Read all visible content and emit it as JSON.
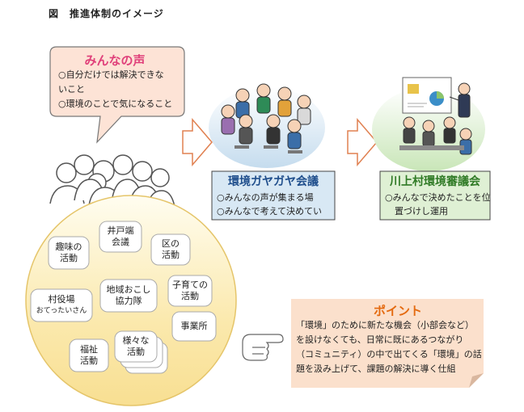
{
  "title": "図　推進体制のイメージ",
  "voice": {
    "heading": "みんなの声",
    "lines": [
      "○自分だけでは解決できな",
      "いこと",
      "○環境のことで気になること"
    ]
  },
  "gayagaya": {
    "title": "環境ガヤガヤ会議",
    "lines": [
      "○みんなの声が集まる場",
      "○みんなで考えて決めてい"
    ]
  },
  "shingikai": {
    "title": "川上村環境審議会",
    "lines": [
      "○みんなで決めたことを位",
      "置づけし運用"
    ]
  },
  "activities": {
    "idobata": [
      "井戸端",
      "会議"
    ],
    "shumi": [
      "趣味の",
      "活動"
    ],
    "ku": [
      "区の",
      "活動"
    ],
    "murayakuba": [
      "村役場",
      "おてったいさん"
    ],
    "chiiki": [
      "地域おこし",
      "協力隊"
    ],
    "kosodate": [
      "子育ての",
      "活動"
    ],
    "jigyosho": [
      "事業所"
    ],
    "fukushi": [
      "福祉",
      "活動"
    ],
    "samazama": [
      "様々な",
      "活動"
    ]
  },
  "point": {
    "heading": "ポイント",
    "lines": [
      "「環境」のために新たな機会（小部会など）",
      "を設けなくても、日常に既にあるつながり",
      "（コミュニティ）の中で出てくる「環境」の話",
      "題を汲み上げて、課題の解決に導く仕組"
    ]
  },
  "colors": {
    "voice_fill": "#fde3d6",
    "voice_title": "#e0407a",
    "gayagaya_fill": "#d8e8f4",
    "gayagaya_title": "#1f4e8c",
    "shingikai_fill": "#dff0d4",
    "shingikai_title": "#2f7a25",
    "circle_fill": "#fbe7a5",
    "point_fill": "#fbe0cc",
    "point_title": "#e46a0f"
  }
}
